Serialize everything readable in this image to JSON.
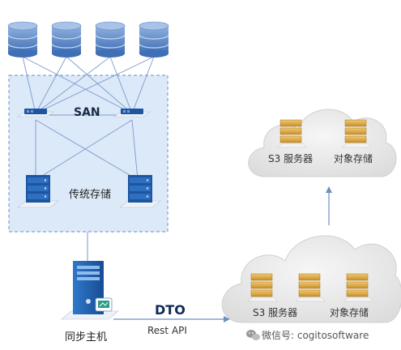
{
  "labels": {
    "san": "SAN",
    "traditional_storage": "传统存储",
    "sync_host": "同步主机",
    "dto": "DTO",
    "rest_api": "Rest API",
    "cloud_top_server": "S3 服务器",
    "cloud_top_object": "对象存储",
    "cloud_bottom_server": "S3 服务器",
    "cloud_bottom_object": "对象存储",
    "watermark": "微信号: cogitosoftware"
  },
  "colors": {
    "disk_blue": "#5b86c8",
    "san_box_fill": "#dce9f8",
    "san_box_border": "#7fa3d3",
    "line_blue": "#6c8fc0",
    "cloud_fill": "#e8e8e8",
    "server_gold": "#d9a640",
    "host_blue": "#1f5fb0",
    "switch_blue": "#1e55a0"
  }
}
